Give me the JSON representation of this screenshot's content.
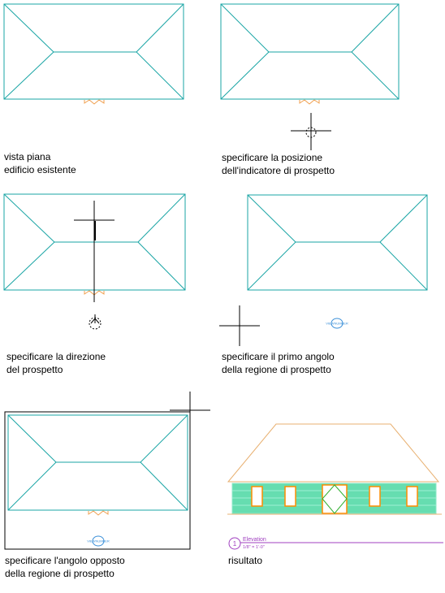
{
  "steps": [
    {
      "line1": "vista piana",
      "line2": "edificio esistente"
    },
    {
      "line1": "specificare la posizione",
      "line2": "dell'indicatore di prospetto"
    },
    {
      "line1": "specificare la direzione",
      "line2": "del prospetto"
    },
    {
      "line1": "specificare il primo angolo",
      "line2": "della regione di prospetto"
    },
    {
      "line1": "specificare l'angolo opposto",
      "line2": "della regione di prospetto"
    },
    {
      "line1": "risultato",
      "line2": ""
    }
  ],
  "marker_tag": "VIEWNUMBER",
  "elevation_view": {
    "number": "1",
    "title": "Elevation",
    "scale": "1/8\" = 1'-0\""
  },
  "colors": {
    "roof_plan": "#1aa5a5",
    "door": "#f0a050",
    "marker": "#3a8fd8",
    "elevation_roof": "#e8b070",
    "elevation_wall": "#66ddb0",
    "elevation_trim": "#ff8c00",
    "elevation_door_accent": "#2fb02f",
    "title_line": "#a040c0"
  }
}
